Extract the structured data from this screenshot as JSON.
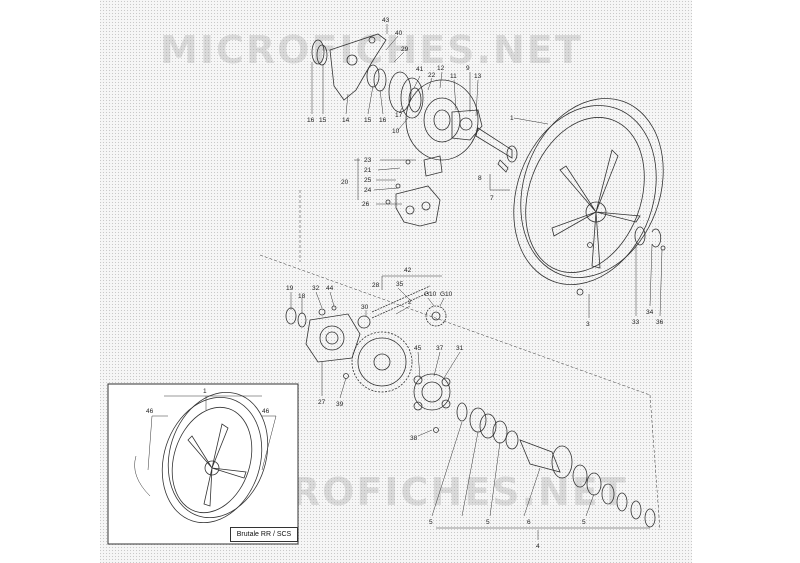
{
  "watermark": "MICROFICHES.NET",
  "inset": {
    "label": "Brutale RR / SCS"
  },
  "callouts": [
    {
      "id": "c43",
      "text": "43"
    },
    {
      "id": "c40",
      "text": "40"
    },
    {
      "id": "c29",
      "text": "29"
    },
    {
      "id": "c41",
      "text": "41"
    },
    {
      "id": "c22",
      "text": "22"
    },
    {
      "id": "c12",
      "text": "12"
    },
    {
      "id": "c11",
      "text": "11"
    },
    {
      "id": "c9",
      "text": "9"
    },
    {
      "id": "c13",
      "text": "13"
    },
    {
      "id": "c16a",
      "text": "16"
    },
    {
      "id": "c15a",
      "text": "15"
    },
    {
      "id": "c14",
      "text": "14"
    },
    {
      "id": "c15b",
      "text": "15"
    },
    {
      "id": "c16b",
      "text": "16"
    },
    {
      "id": "c17",
      "text": "17"
    },
    {
      "id": "c10",
      "text": "10"
    },
    {
      "id": "c1a",
      "text": "1"
    },
    {
      "id": "c23",
      "text": "23"
    },
    {
      "id": "c21",
      "text": "21"
    },
    {
      "id": "c25",
      "text": "25"
    },
    {
      "id": "c20",
      "text": "20"
    },
    {
      "id": "c24",
      "text": "24"
    },
    {
      "id": "c26",
      "text": "26"
    },
    {
      "id": "c8",
      "text": "8"
    },
    {
      "id": "c7",
      "text": "7"
    },
    {
      "id": "c42",
      "text": "42"
    },
    {
      "id": "c28",
      "text": "28"
    },
    {
      "id": "c35",
      "text": "35"
    },
    {
      "id": "c2",
      "text": "2"
    },
    {
      "id": "cG10a",
      "text": "G10"
    },
    {
      "id": "cG10b",
      "text": "G10"
    },
    {
      "id": "c19",
      "text": "19"
    },
    {
      "id": "c18",
      "text": "18"
    },
    {
      "id": "c32",
      "text": "32"
    },
    {
      "id": "c44",
      "text": "44"
    },
    {
      "id": "c30",
      "text": "30"
    },
    {
      "id": "c45",
      "text": "45"
    },
    {
      "id": "c37",
      "text": "37"
    },
    {
      "id": "c31",
      "text": "31"
    },
    {
      "id": "c27",
      "text": "27"
    },
    {
      "id": "c39",
      "text": "39"
    },
    {
      "id": "c38",
      "text": "38"
    },
    {
      "id": "c3",
      "text": "3"
    },
    {
      "id": "c33",
      "text": "33"
    },
    {
      "id": "c34",
      "text": "34"
    },
    {
      "id": "c36",
      "text": "36"
    },
    {
      "id": "c1b",
      "text": "1"
    },
    {
      "id": "c46a",
      "text": "46"
    },
    {
      "id": "c46b",
      "text": "46"
    },
    {
      "id": "c5a",
      "text": "5"
    },
    {
      "id": "c5b",
      "text": "5"
    },
    {
      "id": "c6",
      "text": "6"
    },
    {
      "id": "c5c",
      "text": "5"
    },
    {
      "id": "c4",
      "text": "4"
    }
  ]
}
